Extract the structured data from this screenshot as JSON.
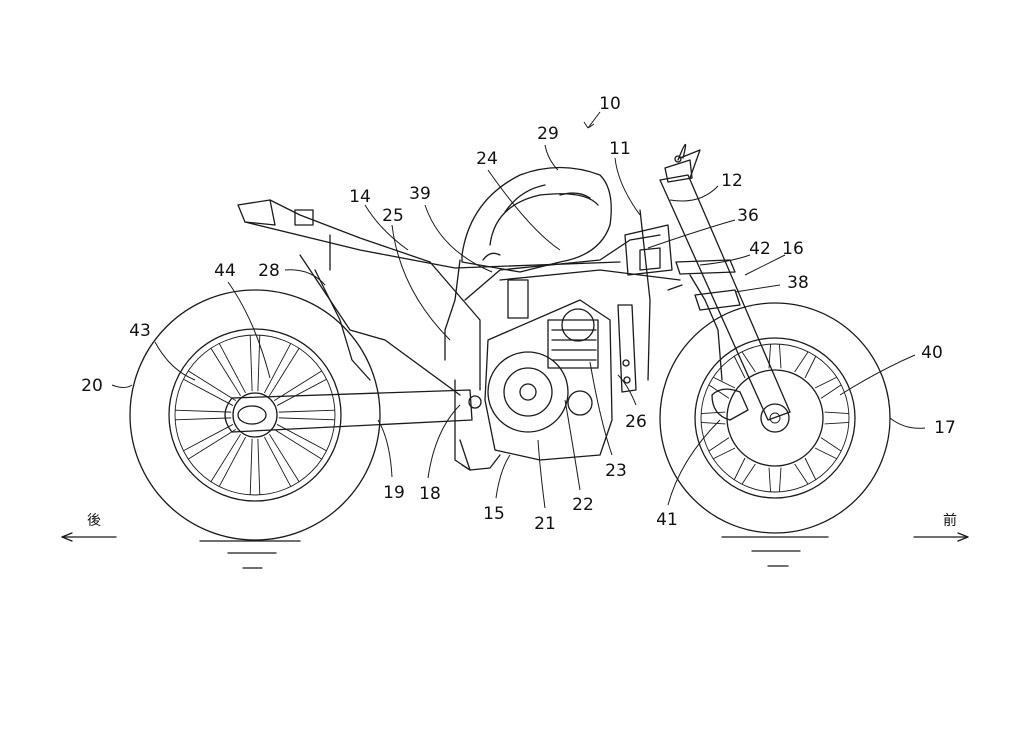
{
  "figure": {
    "labels": {
      "l10": "10",
      "l29": "29",
      "l24": "24",
      "l11": "11",
      "l12": "12",
      "l36": "36",
      "l42": "42",
      "l16": "16",
      "l38": "38",
      "l14": "14",
      "l39": "39",
      "l25": "25",
      "l28": "28",
      "l44": "44",
      "l43": "43",
      "l20": "20",
      "l40": "40",
      "l17": "17",
      "l26": "26",
      "l23": "23",
      "l22": "22",
      "l21": "21",
      "l15": "15",
      "l18": "18",
      "l19": "19",
      "l41": "41"
    },
    "direction_rear": "後",
    "direction_front": "前"
  }
}
